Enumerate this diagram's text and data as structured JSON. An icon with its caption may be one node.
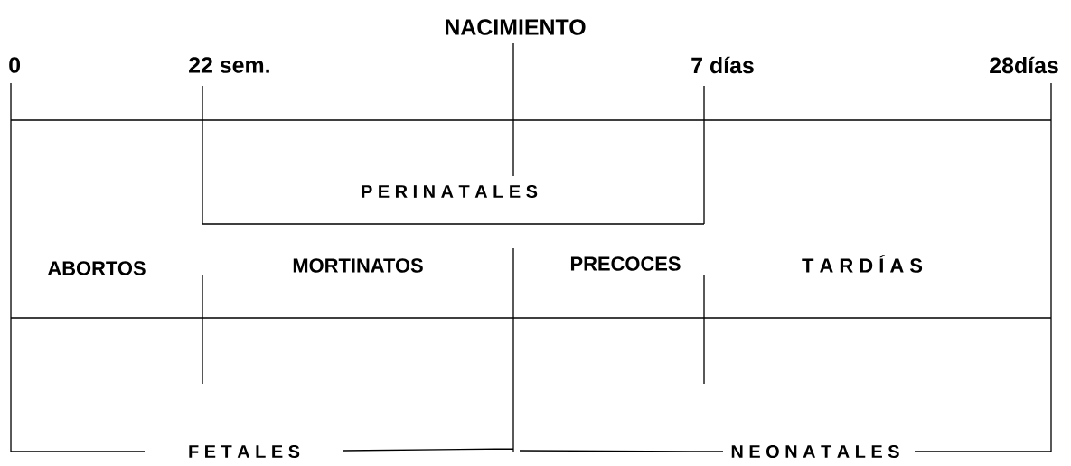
{
  "diagram": {
    "labels": [
      "NACIMIENTO",
      "0",
      "22 sem.",
      "7 días",
      "28días",
      "P E R I N A T A L E S",
      "ABORTOS",
      "MORTINATOS",
      "PRECOCES",
      "T A R D Í A S",
      "F E T A L E S",
      "N E O N A T A L E S"
    ]
  }
}
